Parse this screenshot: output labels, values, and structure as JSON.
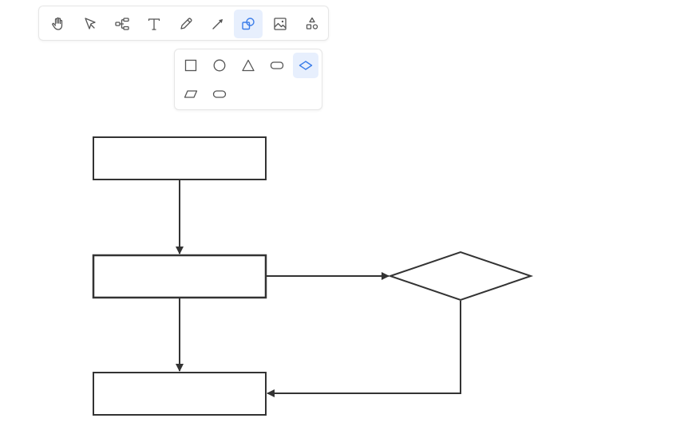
{
  "toolbar": {
    "tools": [
      {
        "name": "hand",
        "icon": "hand-icon"
      },
      {
        "name": "select",
        "icon": "pointer-icon"
      },
      {
        "name": "mindmap",
        "icon": "mindmap-icon"
      },
      {
        "name": "text",
        "icon": "text-icon"
      },
      {
        "name": "pen",
        "icon": "pencil-icon"
      },
      {
        "name": "arrow",
        "icon": "arrow-icon"
      },
      {
        "name": "shape",
        "icon": "shapes-icon",
        "active": true
      },
      {
        "name": "image",
        "icon": "image-icon"
      },
      {
        "name": "more-shapes",
        "icon": "shape-library-icon"
      }
    ]
  },
  "shape_panel": {
    "shapes": [
      {
        "name": "rectangle",
        "icon": "rectangle-icon"
      },
      {
        "name": "ellipse",
        "icon": "circle-icon"
      },
      {
        "name": "triangle",
        "icon": "triangle-icon"
      },
      {
        "name": "rounded-rectangle",
        "icon": "rounded-rect-icon"
      },
      {
        "name": "diamond",
        "icon": "diamond-icon",
        "active": true
      },
      {
        "name": "parallelogram",
        "icon": "parallelogram-icon"
      },
      {
        "name": "terminal",
        "icon": "stadium-icon"
      }
    ]
  },
  "colors": {
    "accent": "#3b7de9",
    "active_bg": "#e7effd",
    "icon": "#555555",
    "stroke": "#333333"
  }
}
